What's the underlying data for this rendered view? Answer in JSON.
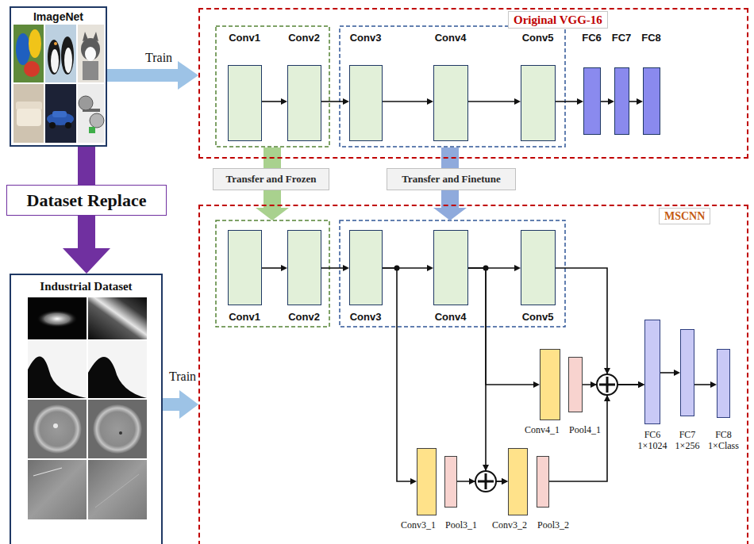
{
  "diagram": {
    "nodes": [
      {
        "text": [
          "ImageNet"
        ]
      },
      {
        "text": [
          "Original VGG-16"
        ]
      },
      {
        "text": [
          "Conv1"
        ],
        "in": 1
      },
      {
        "text": [
          "Conv2"
        ],
        "in": 1
      },
      {
        "text": [
          "Conv3"
        ],
        "in": 1
      },
      {
        "text": [
          "Conv4"
        ],
        "in": 1
      },
      {
        "text": [
          "Conv5"
        ],
        "in": 1
      },
      {
        "text": [
          "FC6"
        ],
        "in": 1
      },
      {
        "text": [
          "FC7"
        ],
        "in": 1
      },
      {
        "text": [
          "FC8"
        ],
        "in": 1
      },
      {
        "text": [
          "Dataset Replace"
        ]
      },
      {
        "text": [
          "Industrial Dataset"
        ]
      },
      {
        "text": [
          "Transfer and Frozen"
        ]
      },
      {
        "text": [
          "Transfer and Finetune"
        ]
      },
      {
        "text": [
          "MSCNN"
        ]
      },
      {
        "text": [
          "Conv1"
        ],
        "in": 14
      },
      {
        "text": [
          "Conv2"
        ],
        "in": 14
      },
      {
        "text": [
          "Conv3"
        ],
        "in": 14
      },
      {
        "text": [
          "Conv4"
        ],
        "in": 14
      },
      {
        "text": [
          "Conv5"
        ],
        "in": 14
      },
      {
        "text": [
          "Conv3_1"
        ],
        "in": 14
      },
      {
        "text": [
          "Pool3_1"
        ],
        "in": 14
      },
      {
        "text": [
          "Conv3_2"
        ],
        "in": 14
      },
      {
        "text": [
          "Pool3_2"
        ],
        "in": 14
      },
      {
        "text": [
          "Conv4_1"
        ],
        "in": 14
      },
      {
        "text": [
          "Pool4_1"
        ],
        "in": 14
      },
      {
        "text": [
          "FC6",
          "1×1024"
        ],
        "in": 14
      },
      {
        "text": [
          "FC7",
          "1×256"
        ],
        "in": 14
      },
      {
        "text": [
          "FC8",
          "1×Class"
        ],
        "in": 14
      }
    ],
    "edges": [
      {
        "from": 0,
        "to": 1,
        "label": "Train",
        "arrow": "to"
      },
      {
        "from": 2,
        "to": 3,
        "arrow": "to"
      },
      {
        "from": 3,
        "to": 4,
        "arrow": "to"
      },
      {
        "from": 4,
        "to": 5,
        "arrow": "to"
      },
      {
        "from": 5,
        "to": 6,
        "arrow": "to"
      },
      {
        "from": 6,
        "to": 7,
        "arrow": "to"
      },
      {
        "from": 7,
        "to": 8,
        "arrow": "to"
      },
      {
        "from": 8,
        "to": 9,
        "arrow": "to"
      },
      {
        "from": 0,
        "to": 10,
        "arrow": "none"
      },
      {
        "from": 10,
        "to": 11,
        "arrow": "to"
      },
      {
        "from": 11,
        "to": 14,
        "label": "Train",
        "arrow": "to"
      },
      {
        "from": 15,
        "to": 16,
        "arrow": "to"
      },
      {
        "from": 16,
        "to": 17,
        "arrow": "to"
      },
      {
        "from": 17,
        "to": 18,
        "arrow": "to"
      },
      {
        "from": 18,
        "to": 19,
        "arrow": "to"
      },
      {
        "from": 17,
        "to": 20,
        "arrow": "to"
      },
      {
        "from": 18,
        "to": 24,
        "arrow": "to"
      },
      {
        "from": 18,
        "to": 22,
        "arrow": "to"
      },
      {
        "from": 21,
        "to": 22,
        "arrow": "to"
      },
      {
        "from": 19,
        "to": 26,
        "arrow": "to"
      },
      {
        "from": 25,
        "to": 26,
        "arrow": "to"
      },
      {
        "from": 23,
        "to": 26,
        "arrow": "to"
      },
      {
        "from": 26,
        "to": 27,
        "arrow": "to"
      },
      {
        "from": 27,
        "to": 28,
        "arrow": "to"
      }
    ]
  }
}
